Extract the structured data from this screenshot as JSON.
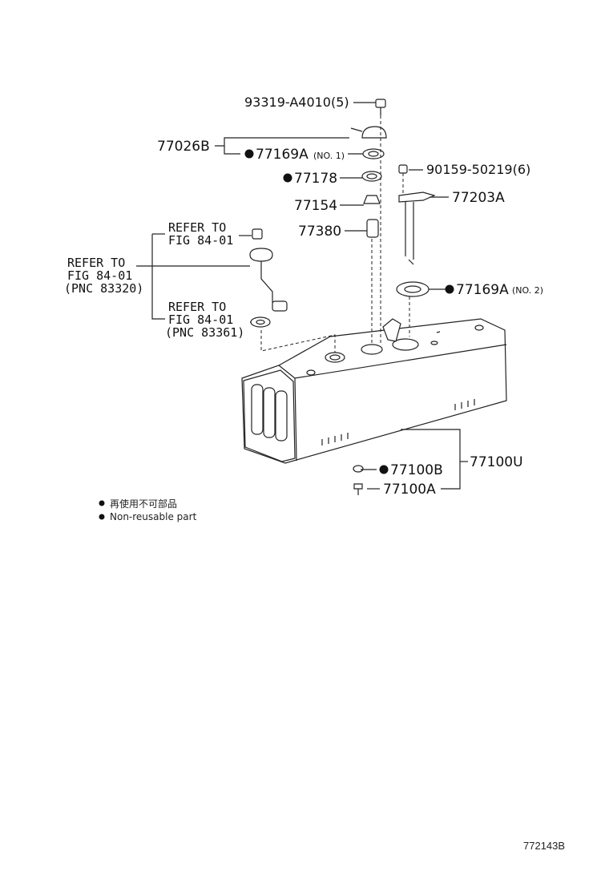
{
  "diagram": {
    "labels": {
      "p93319": "93319-A4010(5)",
      "p77026b": "77026B",
      "p77169a_1": "77169A",
      "no1": "(NO. 1)",
      "p77178": "77178",
      "p90159": "90159-50219(6)",
      "p77154": "77154",
      "p77203a": "77203A",
      "p77380": "77380",
      "p77169a_2": "77169A",
      "no2": "(NO. 2)",
      "p77100b": "77100B",
      "p77100u": "77100U",
      "p77100a": "77100A"
    },
    "refs": {
      "top_refer": "REFER TO",
      "top_fig": "FIG 84-01",
      "left_refer": "REFER TO",
      "left_fig": "FIG 84-01",
      "left_pnc": "(PNC 83320)",
      "bottom_refer": "REFER TO",
      "bottom_fig": "FIG 84-01",
      "bottom_pnc": "(PNC 83361)"
    },
    "legend": {
      "japanese": "再使用不可部品",
      "english": "Non-reusable part"
    },
    "figure_code": "772143B"
  }
}
